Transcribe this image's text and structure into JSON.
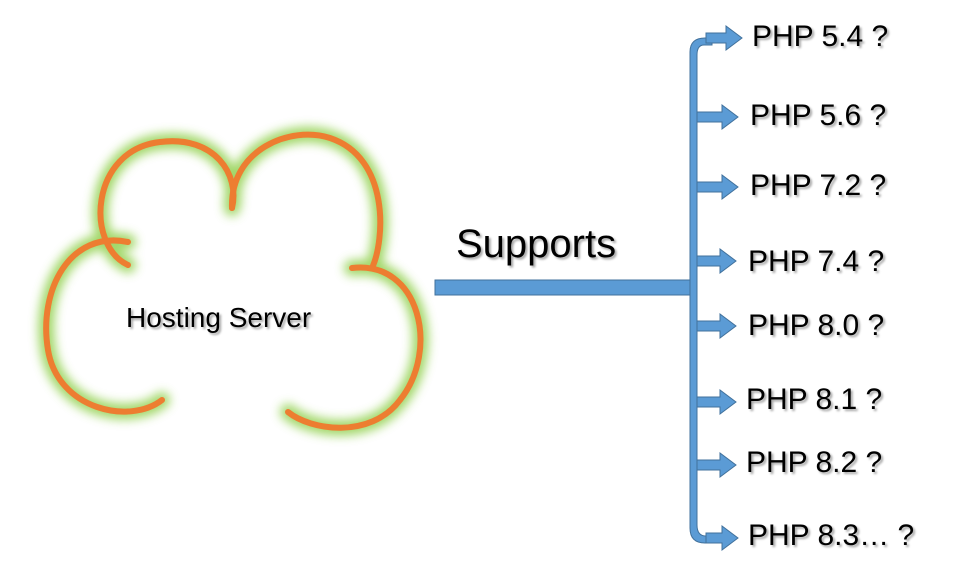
{
  "server": {
    "label": "Hosting Server"
  },
  "connector": {
    "label": "Supports"
  },
  "versions": [
    "PHP 5.4 ?",
    "PHP 5.6 ?",
    "PHP 7.2 ?",
    "PHP 7.4 ?",
    "PHP 8.0 ?",
    "PHP 8.1 ?",
    "PHP 8.2 ?",
    "PHP 8.3… ?"
  ],
  "colors": {
    "cloud_stroke": "#ED7D31",
    "cloud_glow": "#92D050",
    "arrow": "#5B9BD5",
    "arrow_outline": "#41719C"
  }
}
